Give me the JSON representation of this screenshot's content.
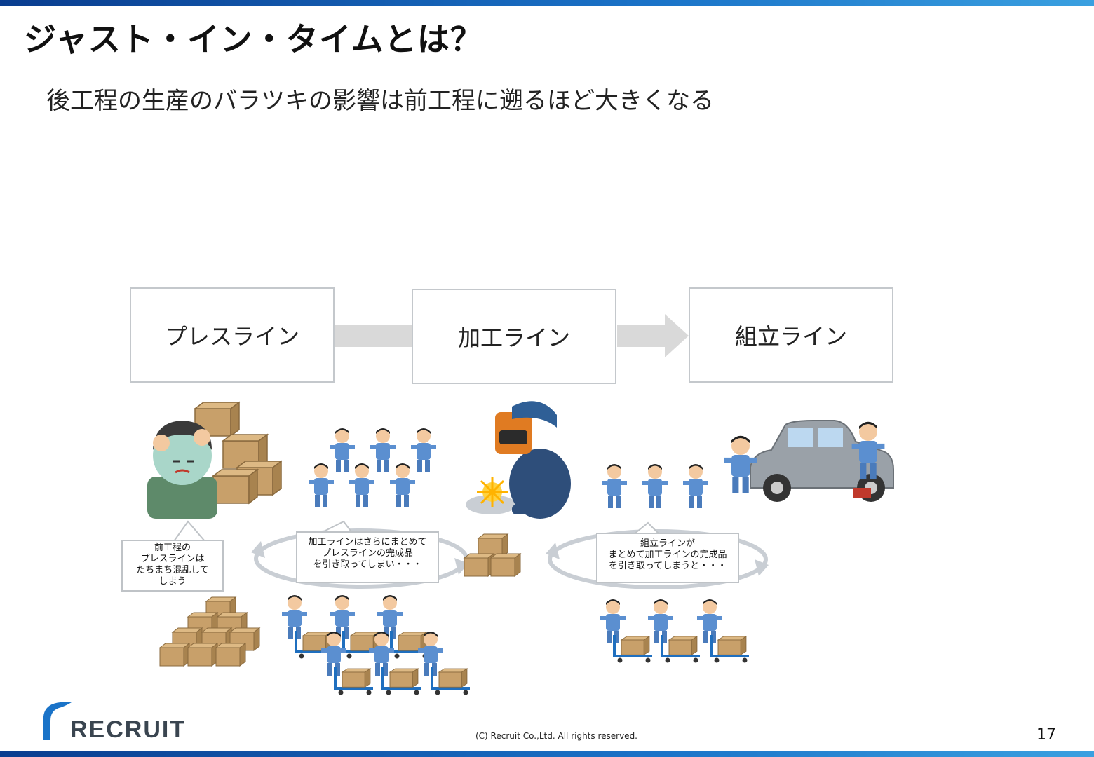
{
  "slide": {
    "title": "ジャスト・イン・タイムとは？",
    "subtitle": "後工程の生産のバラツキの影響は前工程に遡るほど大きくなる",
    "page_number": "17",
    "copyright": "(C) Recruit Co.,Ltd. All rights reserved.",
    "logo_text": "RECRUIT"
  },
  "flow": {
    "stages": [
      "プレスライン",
      "加工ライン",
      "組立ライン"
    ]
  },
  "callouts": {
    "press": [
      "前工程の",
      "プレスラインは",
      "たちまち混乱して",
      "しまう"
    ],
    "machining": [
      "加工ラインはさらにまとめて",
      "プレスラインの完成品",
      "を引き取ってしまい・・・"
    ],
    "assembly": [
      "組立ラインが",
      "まとめて加工ラインの完成品",
      "を引き取ってしまうと・・・"
    ]
  },
  "colors": {
    "brand_blue": "#1a73c8",
    "worker_blue": "#5b8fd0",
    "box_brown": "#c8a06a",
    "arrow_gray": "#d9d9d9"
  }
}
